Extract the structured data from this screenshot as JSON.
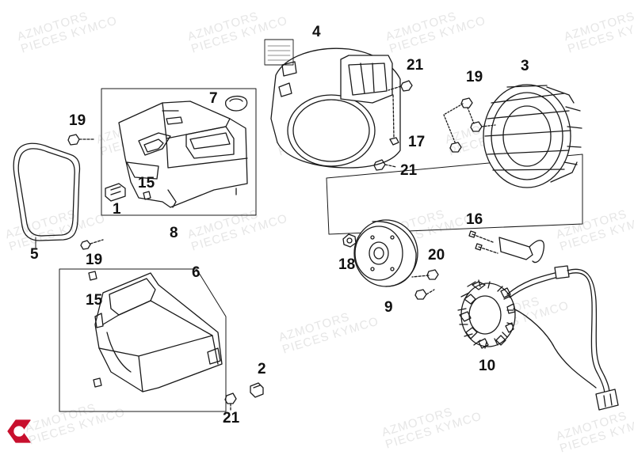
{
  "labels": {
    "p1": "1",
    "p2": "2",
    "p3": "3",
    "p4": "4",
    "p5": "5",
    "p6": "6",
    "p7": "7",
    "p8": "8",
    "p9": "9",
    "p10": "10",
    "p15a": "15",
    "p15b": "15",
    "p16": "16",
    "p17": "17",
    "p18": "18",
    "p19a": "19",
    "p19b": "19",
    "p19c": "19",
    "p20": "20",
    "p21a": "21",
    "p21b": "21",
    "p21c": "21"
  },
  "watermark": {
    "line1": "AZMOTORS",
    "line2": "PIECES KYMCO"
  },
  "colors": {
    "line": "#1a1a1a",
    "watermark": "#e6e6e6",
    "logo": "#c8102e"
  }
}
